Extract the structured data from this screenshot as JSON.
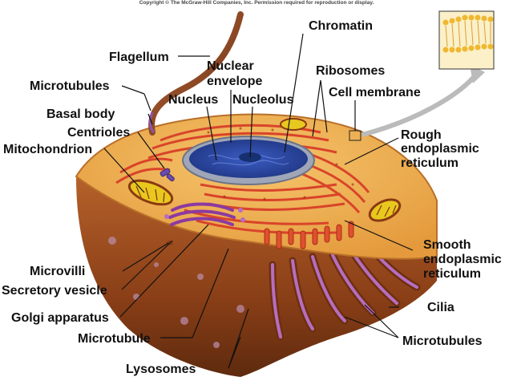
{
  "copyright": "Copyright © The McGraw-Hill Companies, Inc. Permission required for reproduction or display.",
  "labels": {
    "flagellum": "Flagellum",
    "microtubules_top": "Microtubules",
    "basal_body": "Basal body",
    "centrioles": "Centrioles",
    "mitochondrion": "Mitochondrion",
    "nuclear_envelope_1": "Nuclear",
    "nuclear_envelope_2": "envelope",
    "nucleus": "Nucleus",
    "nucleolus": "Nucleolus",
    "chromatin": "Chromatin",
    "ribosomes": "Ribosomes",
    "cell_membrane": "Cell membrane",
    "rough_er_1": "Rough",
    "rough_er_2": "endoplasmic",
    "rough_er_3": "reticulum",
    "smooth_er_1": "Smooth",
    "smooth_er_2": "endoplasmic",
    "smooth_er_3": "reticulum",
    "microvilli": "Microvilli",
    "secretory_vesicle": "Secretory vesicle",
    "golgi_apparatus": "Golgi apparatus",
    "microtubule": "Microtubule",
    "lysosomes": "Lysosomes",
    "cilia": "Cilia",
    "microtubules_bottom": "Microtubules"
  },
  "colors": {
    "cytoplasm": "#f2b558",
    "cell_wall_dark": "#7a3414",
    "er": "#d9442a",
    "nucleus": "#2f4fb0",
    "golgi": "#8c3aa0",
    "mitochondria": "#e8c81e",
    "inset_bg": "#fbf0c8"
  }
}
